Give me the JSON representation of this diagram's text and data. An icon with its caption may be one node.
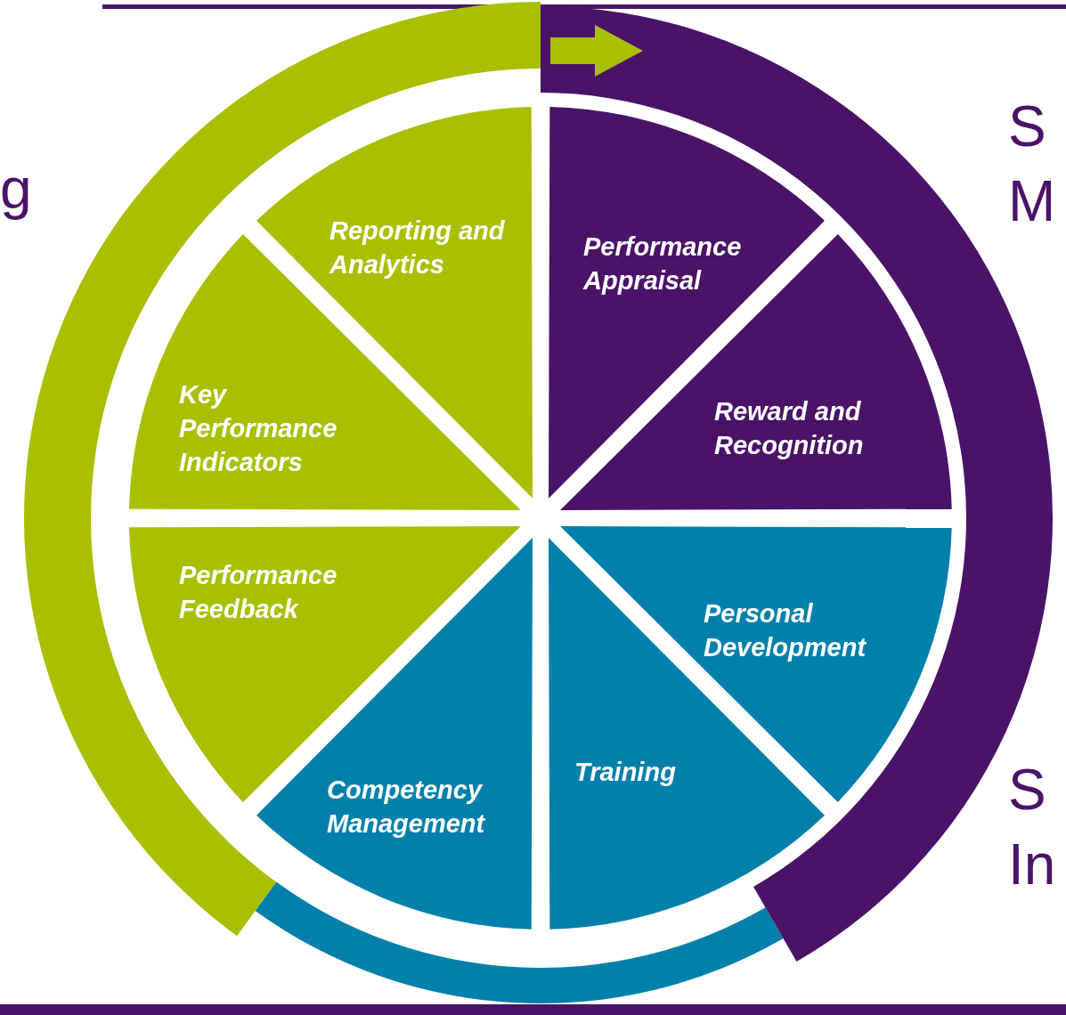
{
  "diagram": {
    "nodes": [
      {
        "text": [
          "Reporting and Analytics"
        ]
      },
      {
        "text": [
          "Performance Appraisal"
        ]
      },
      {
        "text": [
          "Key Performance Indicators"
        ]
      },
      {
        "text": [
          "Reward and Recognition"
        ]
      },
      {
        "text": [
          "Performance Feedback"
        ]
      },
      {
        "text": [
          "Personal Development"
        ]
      },
      {
        "text": [
          "Competency Management"
        ]
      },
      {
        "text": [
          "Training"
        ]
      }
    ],
    "labels": [
      "g",
      "S M",
      "S In"
    ]
  }
}
